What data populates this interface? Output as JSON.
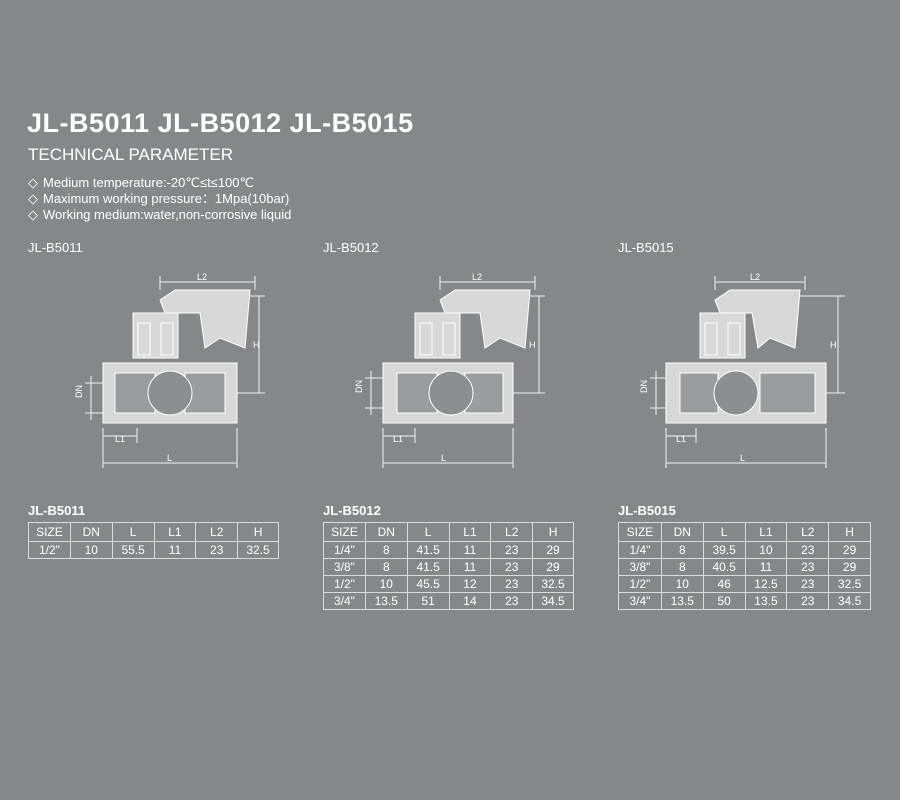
{
  "header": {
    "title": "JL-B5011 JL-B5012 JL-B5015",
    "subtitle": "TECHNICAL PARAMETER"
  },
  "parameters": [
    {
      "bullet": "◇",
      "text": "Medium temperature:-20℃≤t≤100℃"
    },
    {
      "bullet": "◇",
      "text": "Maximum working pressure：1Mpa(10bar)"
    },
    {
      "bullet": "◇",
      "text": "Working medium:water,non-corrosive liquid"
    }
  ],
  "dimension_labels": {
    "l2": "L2",
    "h": "H",
    "dn": "DN",
    "l1": "L1",
    "l": "L"
  },
  "models": [
    {
      "name": "JL-B5011",
      "table_title": "JL-B5011",
      "columns": [
        "SIZE",
        "DN",
        "L",
        "L1",
        "L2",
        "H"
      ],
      "rows": [
        [
          "1/2\"",
          "10",
          "55.5",
          "11",
          "23",
          "32.5"
        ]
      ]
    },
    {
      "name": "JL-B5012",
      "table_title": "JL-B5012",
      "columns": [
        "SIZE",
        "DN",
        "L",
        "L1",
        "L2",
        "H"
      ],
      "rows": [
        [
          "1/4\"",
          "8",
          "41.5",
          "11",
          "23",
          "29"
        ],
        [
          "3/8\"",
          "8",
          "41.5",
          "11",
          "23",
          "29"
        ],
        [
          "1/2\"",
          "10",
          "45.5",
          "12",
          "23",
          "32.5"
        ],
        [
          "3/4\"",
          "13.5",
          "51",
          "14",
          "23",
          "34.5"
        ]
      ]
    },
    {
      "name": "JL-B5015",
      "table_title": "JL-B5015",
      "columns": [
        "SIZE",
        "DN",
        "L",
        "L1",
        "L2",
        "H"
      ],
      "rows": [
        [
          "1/4\"",
          "8",
          "39.5",
          "10",
          "23",
          "29"
        ],
        [
          "3/8\"",
          "8",
          "40.5",
          "11",
          "23",
          "29"
        ],
        [
          "1/2\"",
          "10",
          "46",
          "12.5",
          "23",
          "32.5"
        ],
        [
          "3/4\"",
          "13.5",
          "50",
          "13.5",
          "23",
          "34.5"
        ]
      ]
    }
  ]
}
